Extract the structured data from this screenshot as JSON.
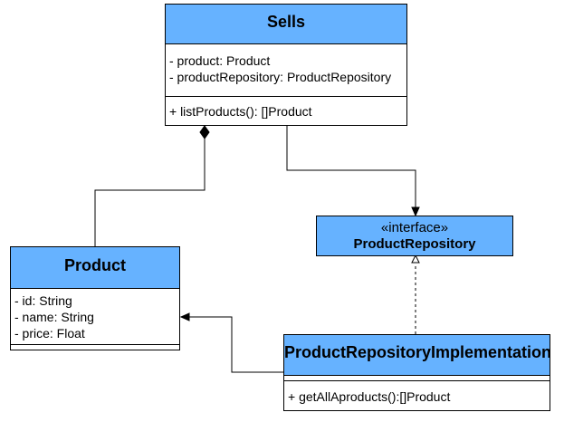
{
  "classes": {
    "sells": {
      "name": "Sells",
      "attributes": [
        "- product: Product",
        "- productRepository: ProductRepository"
      ],
      "methods": [
        "+ listProducts(): []Product"
      ]
    },
    "product_repository": {
      "stereotype": "«interface»",
      "name": "ProductRepository"
    },
    "product": {
      "name": "Product",
      "attributes": [
        "- id: String",
        "- name: String",
        "- price: Float"
      ],
      "methods": []
    },
    "product_repository_implementation": {
      "name": "ProductRepositoryImplementation",
      "attributes": [],
      "methods": [
        "+ getAllAproducts():[]Product"
      ]
    }
  },
  "relationships": [
    {
      "type": "composition",
      "from": "Sells",
      "to": "Product"
    },
    {
      "type": "dependency",
      "from": "Sells",
      "to": "ProductRepository"
    },
    {
      "type": "realization",
      "from": "ProductRepositoryImplementation",
      "to": "ProductRepository"
    },
    {
      "type": "dependency",
      "from": "ProductRepositoryImplementation",
      "to": "Product"
    }
  ],
  "colors": {
    "header_fill": "#66b2ff",
    "line": "#000000"
  }
}
